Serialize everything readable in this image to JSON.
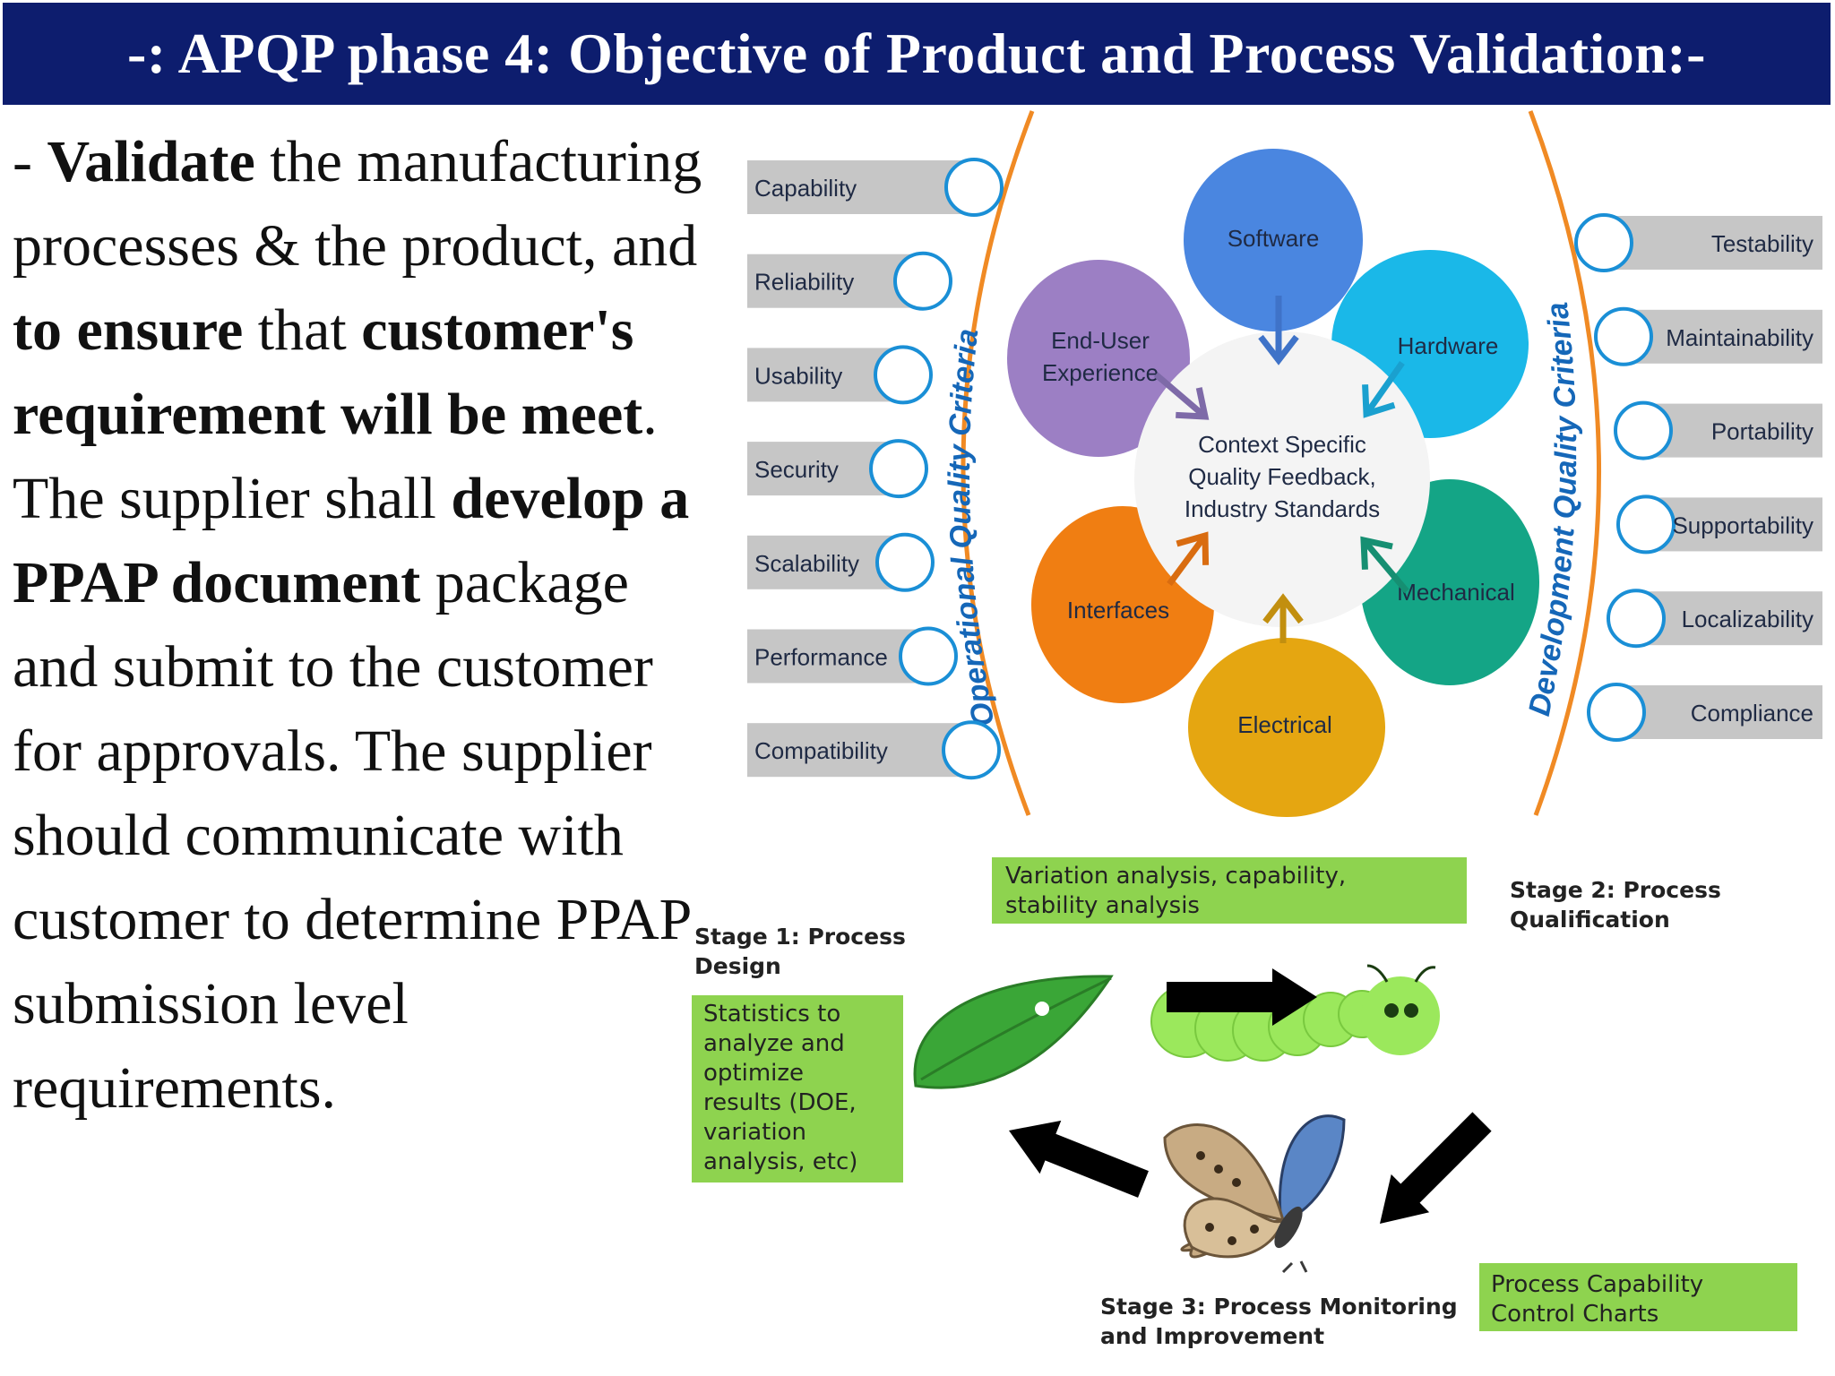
{
  "title": "-: APQP phase 4: Objective of  Product and Process Validation:-",
  "paragraph": [
    {
      "text": "- ",
      "bold": false
    },
    {
      "text": "Validate",
      "bold": true
    },
    {
      "text": " the manufacturing processes & the product, and ",
      "bold": false
    },
    {
      "text": "to ensure",
      "bold": true
    },
    {
      "text": " that ",
      "bold": false
    },
    {
      "text": "customer's requirement will be meet",
      "bold": true
    },
    {
      "text": ". The supplier shall ",
      "bold": false
    },
    {
      "text": "develop a PPAP document",
      "bold": true
    },
    {
      "text": " package and submit to the customer for approvals. The supplier should communicate with customer to determine PPAP submission level requirements.",
      "bold": false
    }
  ],
  "quality_diagram": {
    "left_arc_label": "Operational Quality Criteria",
    "right_arc_label": "Development Quality Criteria",
    "left_criteria": [
      "Capability",
      "Reliability",
      "Usability",
      "Security",
      "Scalability",
      "Performance",
      "Compatibility"
    ],
    "right_criteria": [
      "Testability",
      "Maintainability",
      "Portability",
      "Supportability",
      "Localizability",
      "Compliance"
    ],
    "petals": [
      {
        "label": "Software",
        "color": "#4a86e0"
      },
      {
        "label": "Hardware",
        "color": "#1ab8e8"
      },
      {
        "label": "Mechanical",
        "color": "#14a586"
      },
      {
        "label": "Electrical",
        "color": "#e5a611"
      },
      {
        "label": "Interfaces",
        "color": "#f07e12"
      },
      {
        "label": "End-User Experience",
        "color": "#9c7fc4"
      }
    ],
    "center_lines": [
      "Context Specific",
      "Quality Feedback,",
      "Industry Standards"
    ],
    "arc_color": "#f08a24",
    "circle_color": "#1a8fd6",
    "bar_color": "#c6c6c6"
  },
  "lifecycle": {
    "stage1": [
      "Stage 1: Process",
      "Design"
    ],
    "stage2": [
      "Stage 2: Process",
      "Qualification"
    ],
    "stage3": [
      "Stage 3: Process Monitoring",
      "and Improvement"
    ],
    "box_stage1": [
      "Statistics to",
      "analyze and",
      "optimize",
      "results (DOE,",
      "variation",
      "analysis, etc)"
    ],
    "box_top": [
      "Variation analysis, capability,",
      "stability analysis"
    ],
    "box_bottom": [
      "Process Capability",
      "Control Charts"
    ],
    "box_color": "#8ed34f",
    "icons": [
      "leaf-icon",
      "caterpillar-icon",
      "butterfly-icon"
    ]
  }
}
